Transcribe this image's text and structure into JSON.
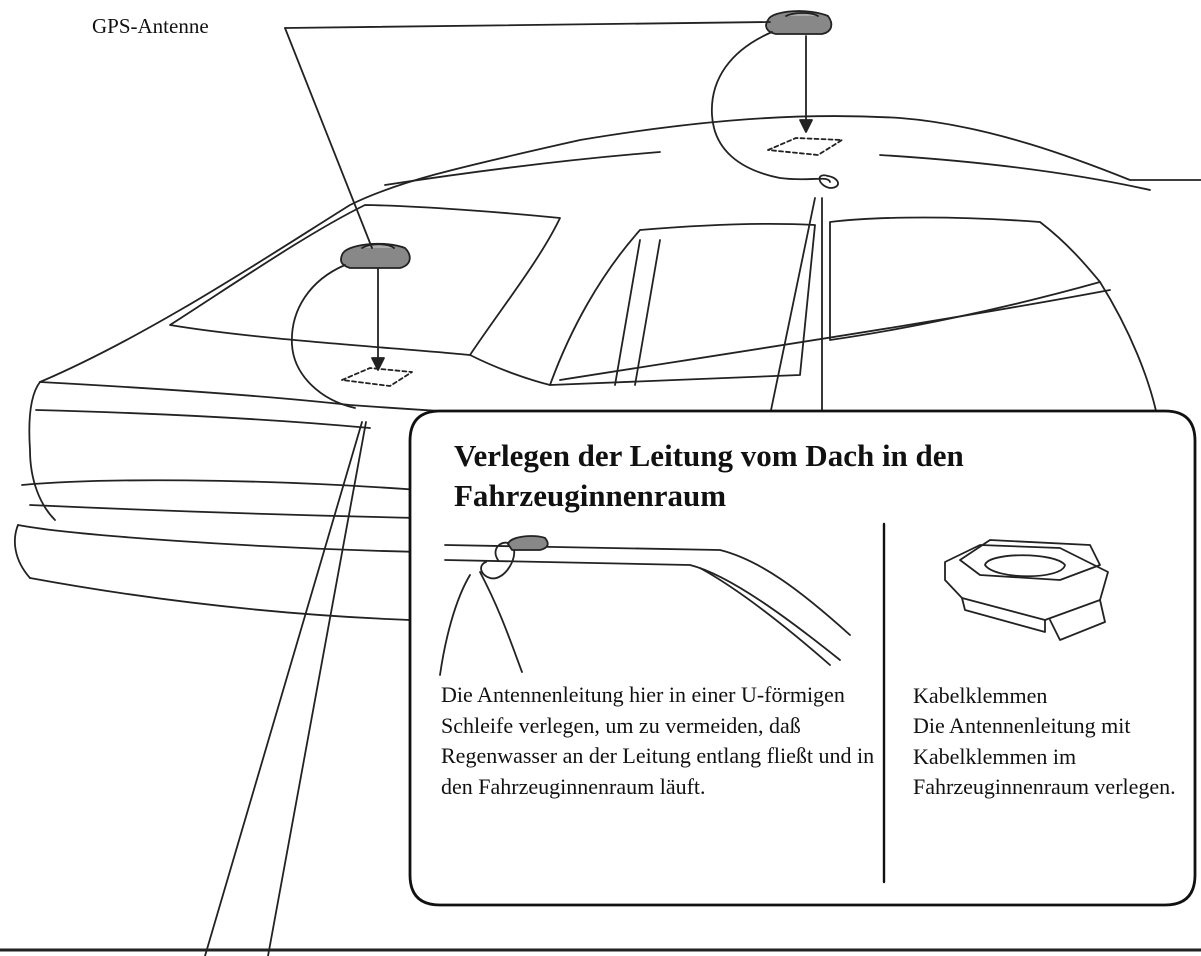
{
  "labels": {
    "gps_antenna": "GPS-Antenne"
  },
  "inset": {
    "title": "Verlegen der Leitung vom Dach in den Fahrzeuginnenraum",
    "loop_description": "Die Antennenleitung hier in einer U-förmigen Schleife verlegen, um zu vermeiden, daß Regenwasser an der Leitung entlang fließt und in den Fahrzeuginnenraum läuft.",
    "clamp_name": "Kabelklemmen",
    "clamp_description": "Die Antennenleitung mit Kabelklemmen im Fahrzeuginnenraum verlegen."
  }
}
